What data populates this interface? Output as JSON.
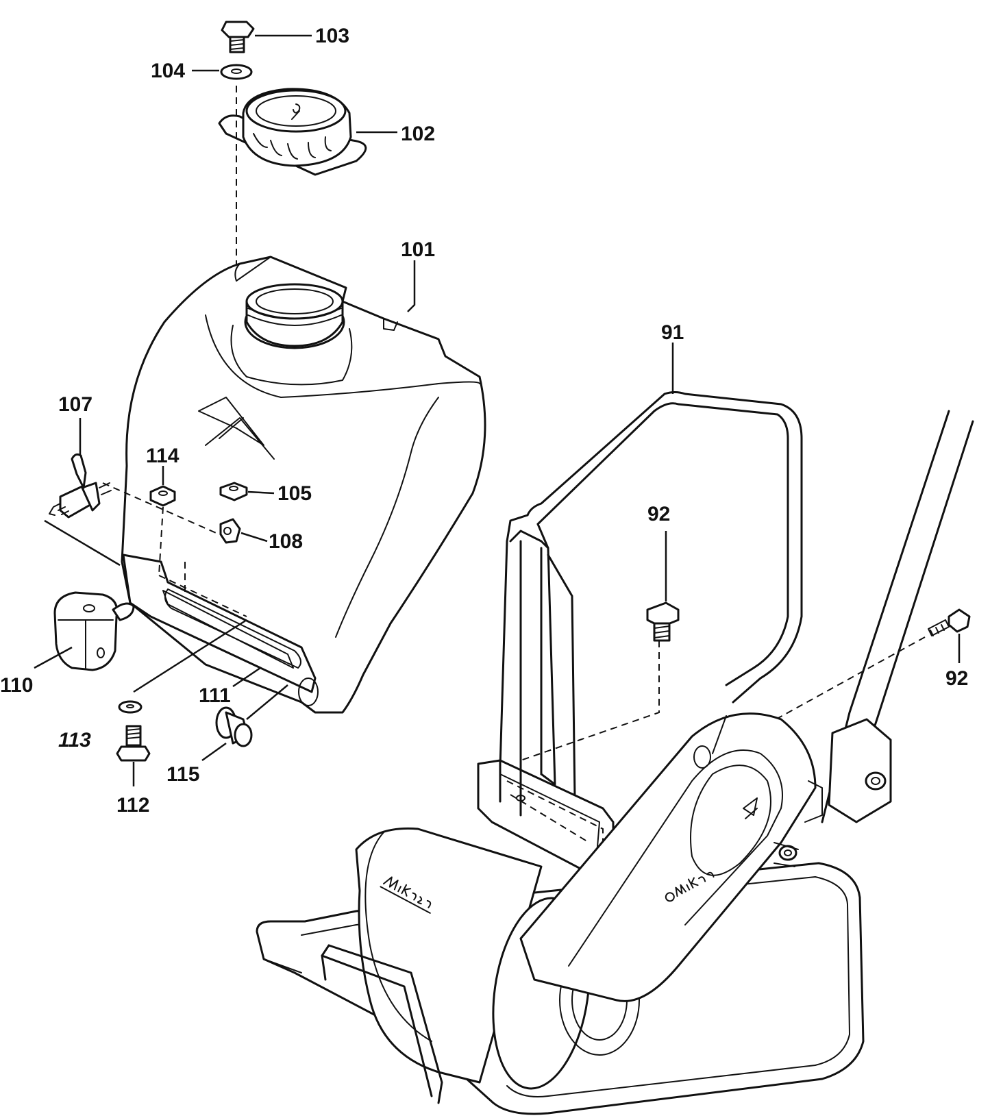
{
  "labels": {
    "l91": "91",
    "l92a": "92",
    "l92b": "92",
    "l101": "101",
    "l102": "102",
    "l103": "103",
    "l104": "104",
    "l105": "105",
    "l107": "107",
    "l108": "108",
    "l110": "110",
    "l111": "111",
    "l112": "112",
    "l113": "113",
    "l114": "114",
    "l115": "115"
  },
  "logos": {
    "plate_logo": "mikasa",
    "case_logo": "mikasa"
  },
  "colors": {
    "line": "#111111",
    "background": "#ffffff"
  }
}
